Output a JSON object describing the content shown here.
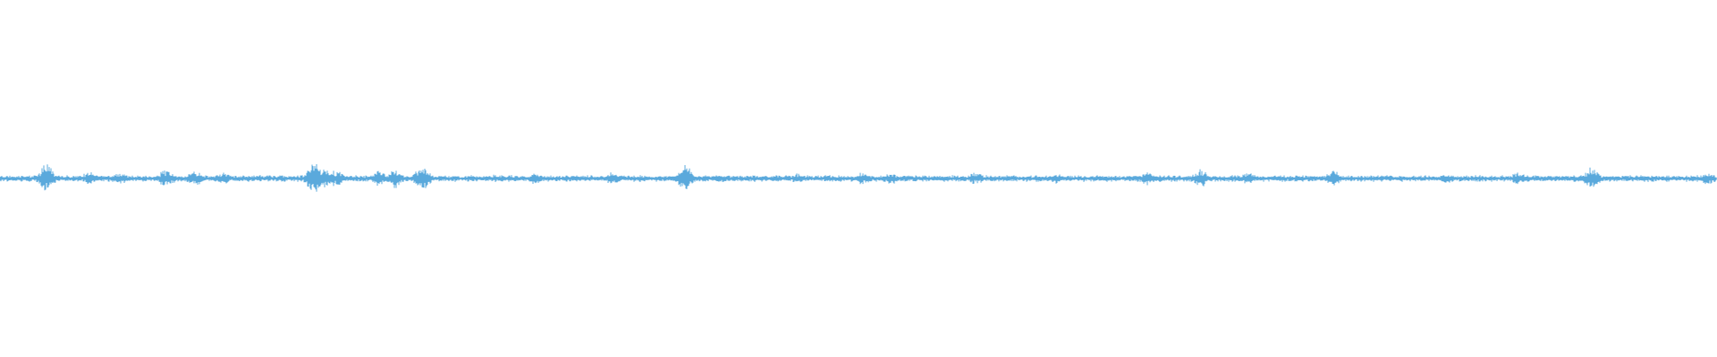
{
  "waveform": {
    "color": "#5aa9dc",
    "background": "#ffffff",
    "baseline_amplitude": 0.02,
    "peaks": [
      {
        "position": 0.027,
        "amplitude": 0.09
      },
      {
        "position": 0.052,
        "amplitude": 0.04
      },
      {
        "position": 0.07,
        "amplitude": 0.04
      },
      {
        "position": 0.097,
        "amplitude": 0.06
      },
      {
        "position": 0.113,
        "amplitude": 0.05
      },
      {
        "position": 0.13,
        "amplitude": 0.04
      },
      {
        "position": 0.183,
        "amplitude": 0.1
      },
      {
        "position": 0.188,
        "amplitude": 0.07
      },
      {
        "position": 0.196,
        "amplitude": 0.05
      },
      {
        "position": 0.221,
        "amplitude": 0.05
      },
      {
        "position": 0.23,
        "amplitude": 0.06
      },
      {
        "position": 0.246,
        "amplitude": 0.08
      },
      {
        "position": 0.29,
        "amplitude": 0.03
      },
      {
        "position": 0.312,
        "amplitude": 0.04
      },
      {
        "position": 0.357,
        "amplitude": 0.04
      },
      {
        "position": 0.399,
        "amplitude": 0.08
      },
      {
        "position": 0.465,
        "amplitude": 0.03
      },
      {
        "position": 0.503,
        "amplitude": 0.04
      },
      {
        "position": 0.519,
        "amplitude": 0.04
      },
      {
        "position": 0.568,
        "amplitude": 0.04
      },
      {
        "position": 0.615,
        "amplitude": 0.03
      },
      {
        "position": 0.668,
        "amplitude": 0.04
      },
      {
        "position": 0.699,
        "amplitude": 0.06
      },
      {
        "position": 0.727,
        "amplitude": 0.04
      },
      {
        "position": 0.777,
        "amplitude": 0.06
      },
      {
        "position": 0.843,
        "amplitude": 0.03
      },
      {
        "position": 0.884,
        "amplitude": 0.04
      },
      {
        "position": 0.927,
        "amplitude": 0.07
      },
      {
        "position": 0.995,
        "amplitude": 0.04
      }
    ]
  }
}
